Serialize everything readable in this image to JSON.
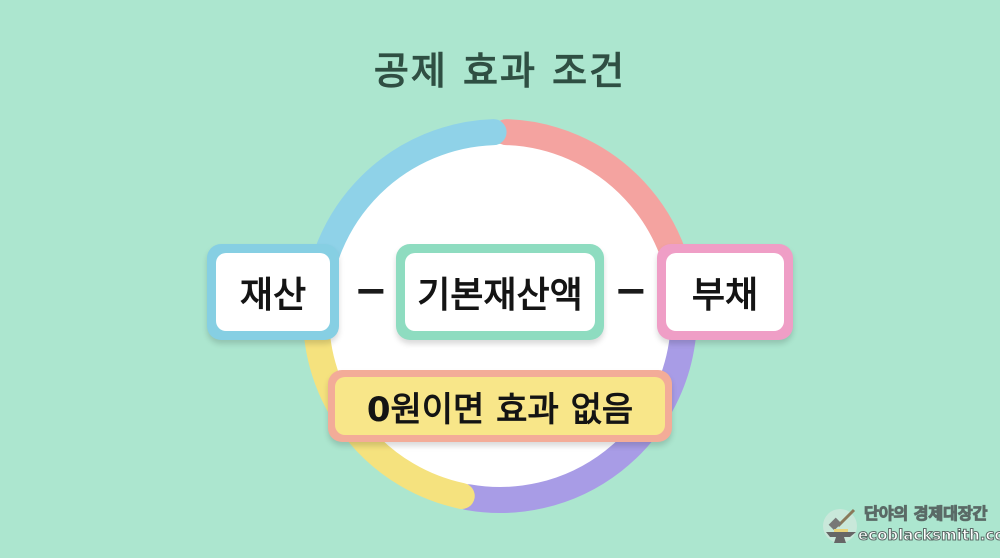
{
  "title": "공제 효과 조건",
  "formula": {
    "term1": "재산",
    "operator1": "−",
    "term2": "기본재산액",
    "operator2": "−",
    "term3": "부채"
  },
  "result": "0원이면 효과 없음",
  "watermark": {
    "name": "단야의 경제대장간",
    "url": "ecoblacksmith.com"
  },
  "colors": {
    "background": "#ace6cf",
    "ring_segments": [
      "#f4a3a0",
      "#a89ce6",
      "#f5e27e",
      "#8fd2e8"
    ],
    "term1_border": "#86cfe3",
    "term2_border": "#8edcc0",
    "term3_border": "#ef9ec6",
    "result_fill": "#f8e689",
    "result_border": "#f3ac98"
  }
}
